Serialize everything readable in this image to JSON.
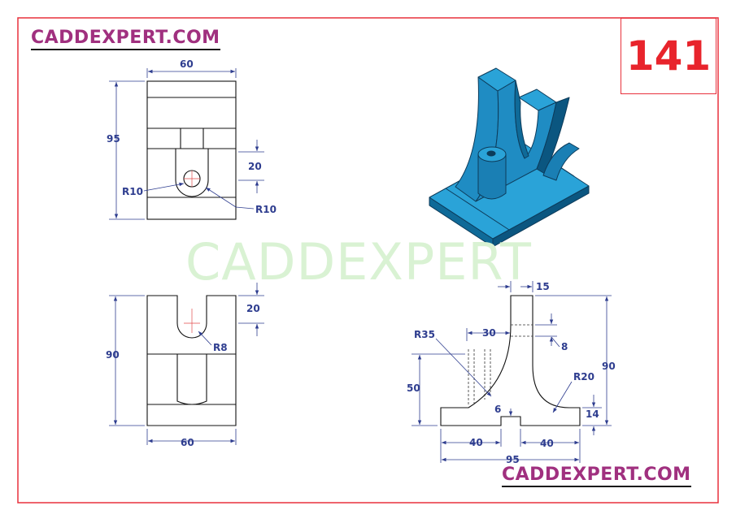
{
  "header": {
    "brand": "CADDEXPERT.COM",
    "sheet_number": "141"
  },
  "footer": {
    "brand": "CADDEXPERT.COM"
  },
  "watermark": "CADDEXPERT",
  "colors": {
    "brand": "#a0307f",
    "accent_red": "#e8242c",
    "dimension_blue": "#2e3d8f",
    "model_blue": "#1a7fb4",
    "watermark_green": "#d9f2d3"
  },
  "views": {
    "top": {
      "width": "60",
      "height": "95",
      "depth": "20",
      "radius_left": "R10",
      "radius_right": "R10"
    },
    "front": {
      "height": "90",
      "slot_depth": "20",
      "slot_radius": "R8",
      "width": "60"
    },
    "side": {
      "top_width": "15",
      "radius_big": "R35",
      "slot_width": "30",
      "slot_depth": "8",
      "height": "90",
      "fillet": "R20",
      "pillar_height": "50",
      "step": "6",
      "base": "14",
      "left_len": "40",
      "right_len": "40",
      "total_len": "95"
    }
  }
}
